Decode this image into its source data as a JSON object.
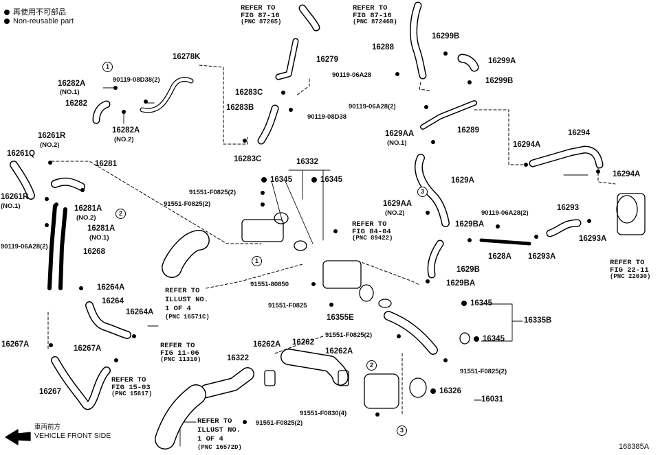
{
  "legend": {
    "reuse_jp": "再使用不可部品",
    "reuse_en": "Non-reusable part"
  },
  "parts": {
    "p16278K": "16278K",
    "p90119_08D38_2": "90119-08D38(2)",
    "p16282A_1": "16282A",
    "no1_a": "(NO.1)",
    "p16282": "16282",
    "p16282A_2": "16282A",
    "no2_a": "(NO.2)",
    "p16279": "16279",
    "p16283C_top": "16283C",
    "p16283B": "16283B",
    "p90119_08D38": "90119-08D38",
    "p16283C_bot": "16283C",
    "p16288": "16288",
    "p16299B_top": "16299B",
    "p16299A": "16299A",
    "p90119_06A28_a": "90119-06A28",
    "p16299B_bot": "16299B",
    "p90119_06A28_2b": "90119-06A28(2)",
    "p16289": "16289",
    "p1629AA_1": "1629AA",
    "no1_b": "(NO.1)",
    "p16294": "16294",
    "p16294A_1": "16294A",
    "p16294A_2": "16294A",
    "p16261R_1": "16261R",
    "no2_b": "(NO.2)",
    "p16261Q": "16261Q",
    "p16281": "16281",
    "p16261R_2": "16261R",
    "no1_c": "(NO.1)",
    "p16281A_1": "16281A",
    "no2_c": "(NO.2)",
    "p16281A_2": "16281A",
    "no1_d": "(NO.1)",
    "p90119_06A28_2c": "90119-06A28(2)",
    "p16268": "16268",
    "p16332": "16332",
    "p16345_a": "16345",
    "p16345_b": "16345",
    "p91551_F0825_2a": "91551-F0825(2)",
    "p91551_F0825_2b": "91551-F0825(2)",
    "p1629A": "1629A",
    "p1629AA_2": "1629AA",
    "no2_d": "(NO.2)",
    "p90119_06A28_2d": "90119-06A28(2)",
    "p16293": "16293",
    "p1629BA_1": "1629BA",
    "p1628A": "1628A",
    "p16293A_1": "16293A",
    "p16293A_2": "16293A",
    "p1629B": "1629B",
    "p1629BA_2": "1629BA",
    "p91551_80850": "91551-80850",
    "p91551_F0825": "91551-F0825",
    "p16355E": "16355E",
    "p16345_c": "16345",
    "p16335B": "16335B",
    "p91551_F0825_2c": "91551-F0825(2)",
    "p16345_d": "16345",
    "p91551_F0825_2d": "91551-F0825(2)",
    "p16264A_1": "16264A",
    "p16264": "16264",
    "p16264A_2": "16264A",
    "p16267A_1": "16267A",
    "p16267A_2": "16267A",
    "p16267": "16267",
    "p16322": "16322",
    "p16262A_1": "16262A",
    "p16262": "16262",
    "p16262A_2": "16262A",
    "p16326": "16326",
    "p16031": "16031",
    "p91551_F0830_4": "91551-F0830(4)",
    "p91551_F0825_2e": "91551-F0825(2)"
  },
  "refs": {
    "r1": [
      "REFER TO",
      "FIG 87-16",
      "(PNC 87265)"
    ],
    "r2": [
      "REFER TO",
      "FIG 87-16",
      "(PNC 87246B)"
    ],
    "r3": [
      "REFER TO",
      "FIG 84-04",
      "(PNC 89422)"
    ],
    "r4": [
      "REFER TO",
      "FIG 22-11",
      "(PNC 22030)"
    ],
    "r5": [
      "REFER TO",
      "ILLUST NO.",
      "1 OF 4",
      "(PNC 16571C)"
    ],
    "r6": [
      "REFER TO",
      "FIG 11-06",
      "(PNC 11310)"
    ],
    "r7": [
      "REFER TO",
      "FIG 15-03",
      "(PNC 15617)"
    ],
    "r8": [
      "REFER TO",
      "ILLUST NO.",
      "1 OF 4",
      "(PNC 16572D)"
    ]
  },
  "circles": {
    "c1": "1",
    "c2": "2",
    "c3": "3"
  },
  "footer": {
    "front_jp": "車両前方",
    "front_en": "VEHICLE FRONT SIDE",
    "diagram_id": "168385A"
  }
}
